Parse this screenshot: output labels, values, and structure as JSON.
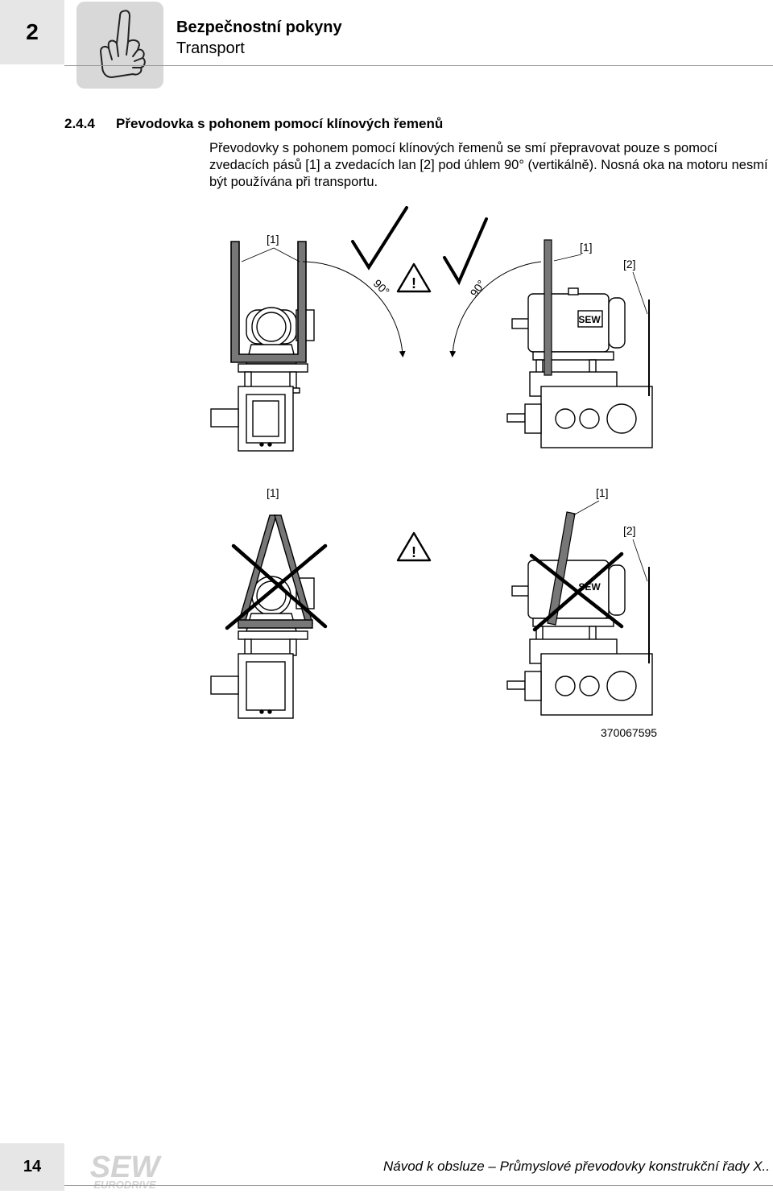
{
  "header": {
    "chapter_number": "2",
    "title": "Bezpečnostní pokyny",
    "subtitle": "Transport",
    "icon": "pointing-hand-icon"
  },
  "section": {
    "number": "2.4.4",
    "title": "Převodovka s pohonem pomocí klínových řemenů",
    "body": "Převodovky s pohonem pomocí klínových řemenů se smí přepravovat pouze s pomocí zvedacích pásů [1] a zvedacích lan [2] pod úhlem 90° (vertikálně). Nosná oka na motoru nesmí být používána při transportu."
  },
  "figure": {
    "labels": {
      "belt": "[1]",
      "rope": "[2]",
      "angle": "90°",
      "warning": "!",
      "motor_brand": "SEW"
    },
    "figure_id": "370067595"
  },
  "footer": {
    "page_number": "14",
    "logo_main": "SEW",
    "logo_sub": "EURODRIVE",
    "text": "Návod k obsluze – Průmyslové převodovky konstrukční řady X.."
  }
}
